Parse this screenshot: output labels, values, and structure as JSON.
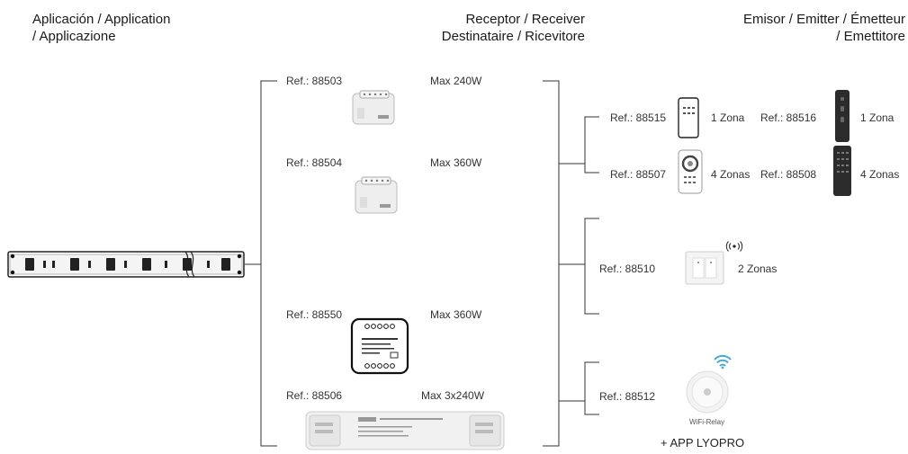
{
  "headers": {
    "application": [
      "Aplicación / Application",
      "/ Applicazione"
    ],
    "receiver": [
      "Receptor / Receiver",
      "Destinataire / Ricevitore"
    ],
    "emitter": [
      "Emisor / Emitter / Émetteur",
      "/ Emettitore"
    ]
  },
  "receivers": [
    {
      "ref": "Ref.: 88503",
      "max": "Max 240W"
    },
    {
      "ref": "Ref.: 88504",
      "max": "Max 360W"
    },
    {
      "ref": "Ref.: 88550",
      "max": "Max 360W"
    },
    {
      "ref": "Ref.: 88506",
      "max": "Max 3x240W"
    }
  ],
  "emitters": [
    {
      "ref": "Ref.: 88515",
      "zones": "1 Zona"
    },
    {
      "ref": "Ref.: 88516",
      "zones": "1 Zona"
    },
    {
      "ref": "Ref.: 88507",
      "zones": "4 Zonas"
    },
    {
      "ref": "Ref.: 88508",
      "zones": "4 Zonas"
    },
    {
      "ref": "Ref.: 88510",
      "zones": "2 Zonas"
    },
    {
      "ref": "Ref.: 88512"
    }
  ],
  "wifi_relay_label": "WiFi-Relay",
  "app_label": "+ APP LYOPRO",
  "colors": {
    "line": "#333333",
    "device_body": "#eeeeee",
    "remote_dark": "#2c2c2c",
    "wifi_blue": "#4aa8d8"
  }
}
